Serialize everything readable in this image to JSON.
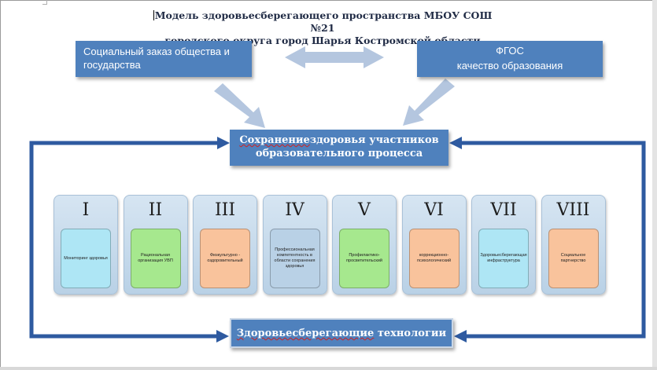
{
  "title": {
    "line1": "Модель здоровьесберегающего пространства МБОУ СОШ №21",
    "line2": "городского округа город Шарья Костромской области"
  },
  "boxes": {
    "social": "Социальный  заказ общества и государства",
    "fgos_line1": "ФГОС",
    "fgos_line2": "качество образования",
    "center_word1": "Сохранение",
    "center_word2": "здоровья участников",
    "center_line2": "образовательного процесса",
    "bottom_word1": "Здоровьесберегающие",
    "bottom_word2": " технологии"
  },
  "cards": [
    {
      "num": "I",
      "label": "Мониторинг здоровья",
      "color": "#aee6f5"
    },
    {
      "num": "II",
      "label": "Рациональная организация УВП",
      "color": "#a6e88e"
    },
    {
      "num": "III",
      "label": "Физкультурно - оздоровительный",
      "color": "#f9c39c"
    },
    {
      "num": "IV",
      "label": "Профессиональная компетентность в области сохранения здоровья",
      "color": "#b9d1e6"
    },
    {
      "num": "V",
      "label": "Профилактико-просветительский",
      "color": "#a6e88e"
    },
    {
      "num": "VI",
      "label": "коррекционно-психологический",
      "color": "#f9c39c"
    },
    {
      "num": "VII",
      "label": "Здоровьесберегающая инфраструктура",
      "color": "#aee6f5"
    },
    {
      "num": "VIII",
      "label": "Социальное партнерство",
      "color": "#f9c39c"
    }
  ],
  "colors": {
    "box_fill": "#4f81bd",
    "arrow_light": "#b4c6df",
    "arrow_dark": "#2e5aa0"
  }
}
